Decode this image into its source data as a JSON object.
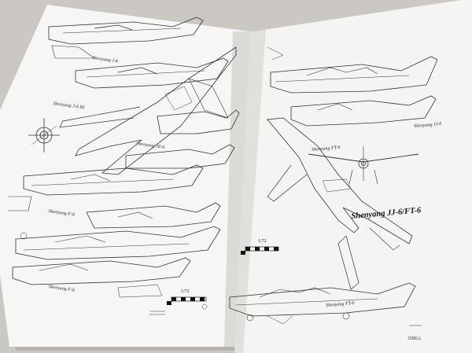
{
  "photo": {
    "background_color": "#c9c6c2",
    "paper_color": "#f5f5f3",
    "ink_color": "#2a2a2a"
  },
  "left_page": {
    "labels": {
      "l1": "Shenyang J-6",
      "l2": "Shenyang J-6 III",
      "l3": "Shenyang JZ-6",
      "l4": "Shenyang F-6",
      "l5": "Shenyang F-6"
    },
    "scale": "1/72"
  },
  "right_page": {
    "title": "Shenyang JJ-6/FT-6",
    "labels": {
      "r1": "Shenyang JJ-6",
      "r2": "Shenyang FT-6",
      "r3": "Shenyang FT-6"
    },
    "scale": "1/72",
    "signature": "JSBELL"
  }
}
